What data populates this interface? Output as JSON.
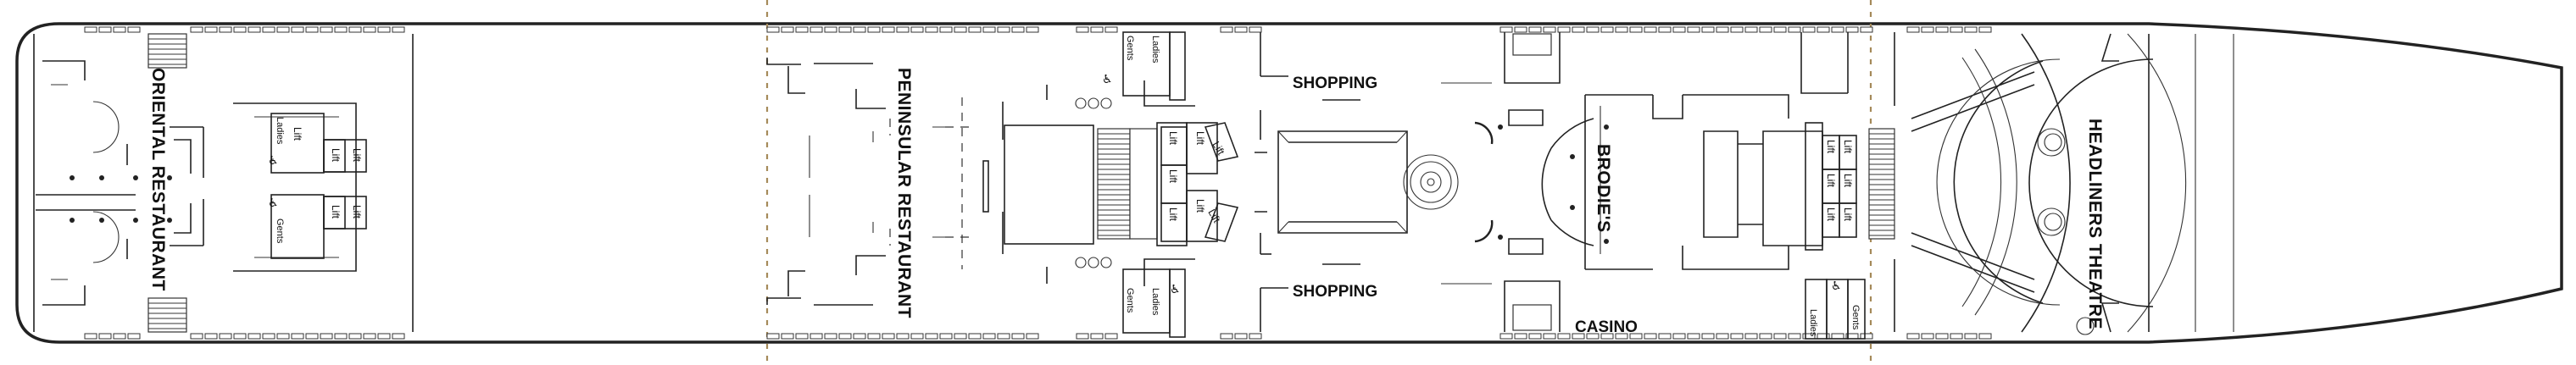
{
  "venues": {
    "oriental": "ORIENTAL RESTAURANT",
    "peninsular": "PENINSULAR RESTAURANT",
    "shopping_top": "SHOPPING",
    "shopping_bottom": "SHOPPING",
    "brodies": "BRODIE'S",
    "casino": "CASINO",
    "headliners": "HEADLINERS THEATRE"
  },
  "facilities": {
    "lift": "Lift",
    "ladies": "Ladies",
    "gents": "Gents",
    "accessible_icon": "wheelchair-icon"
  }
}
